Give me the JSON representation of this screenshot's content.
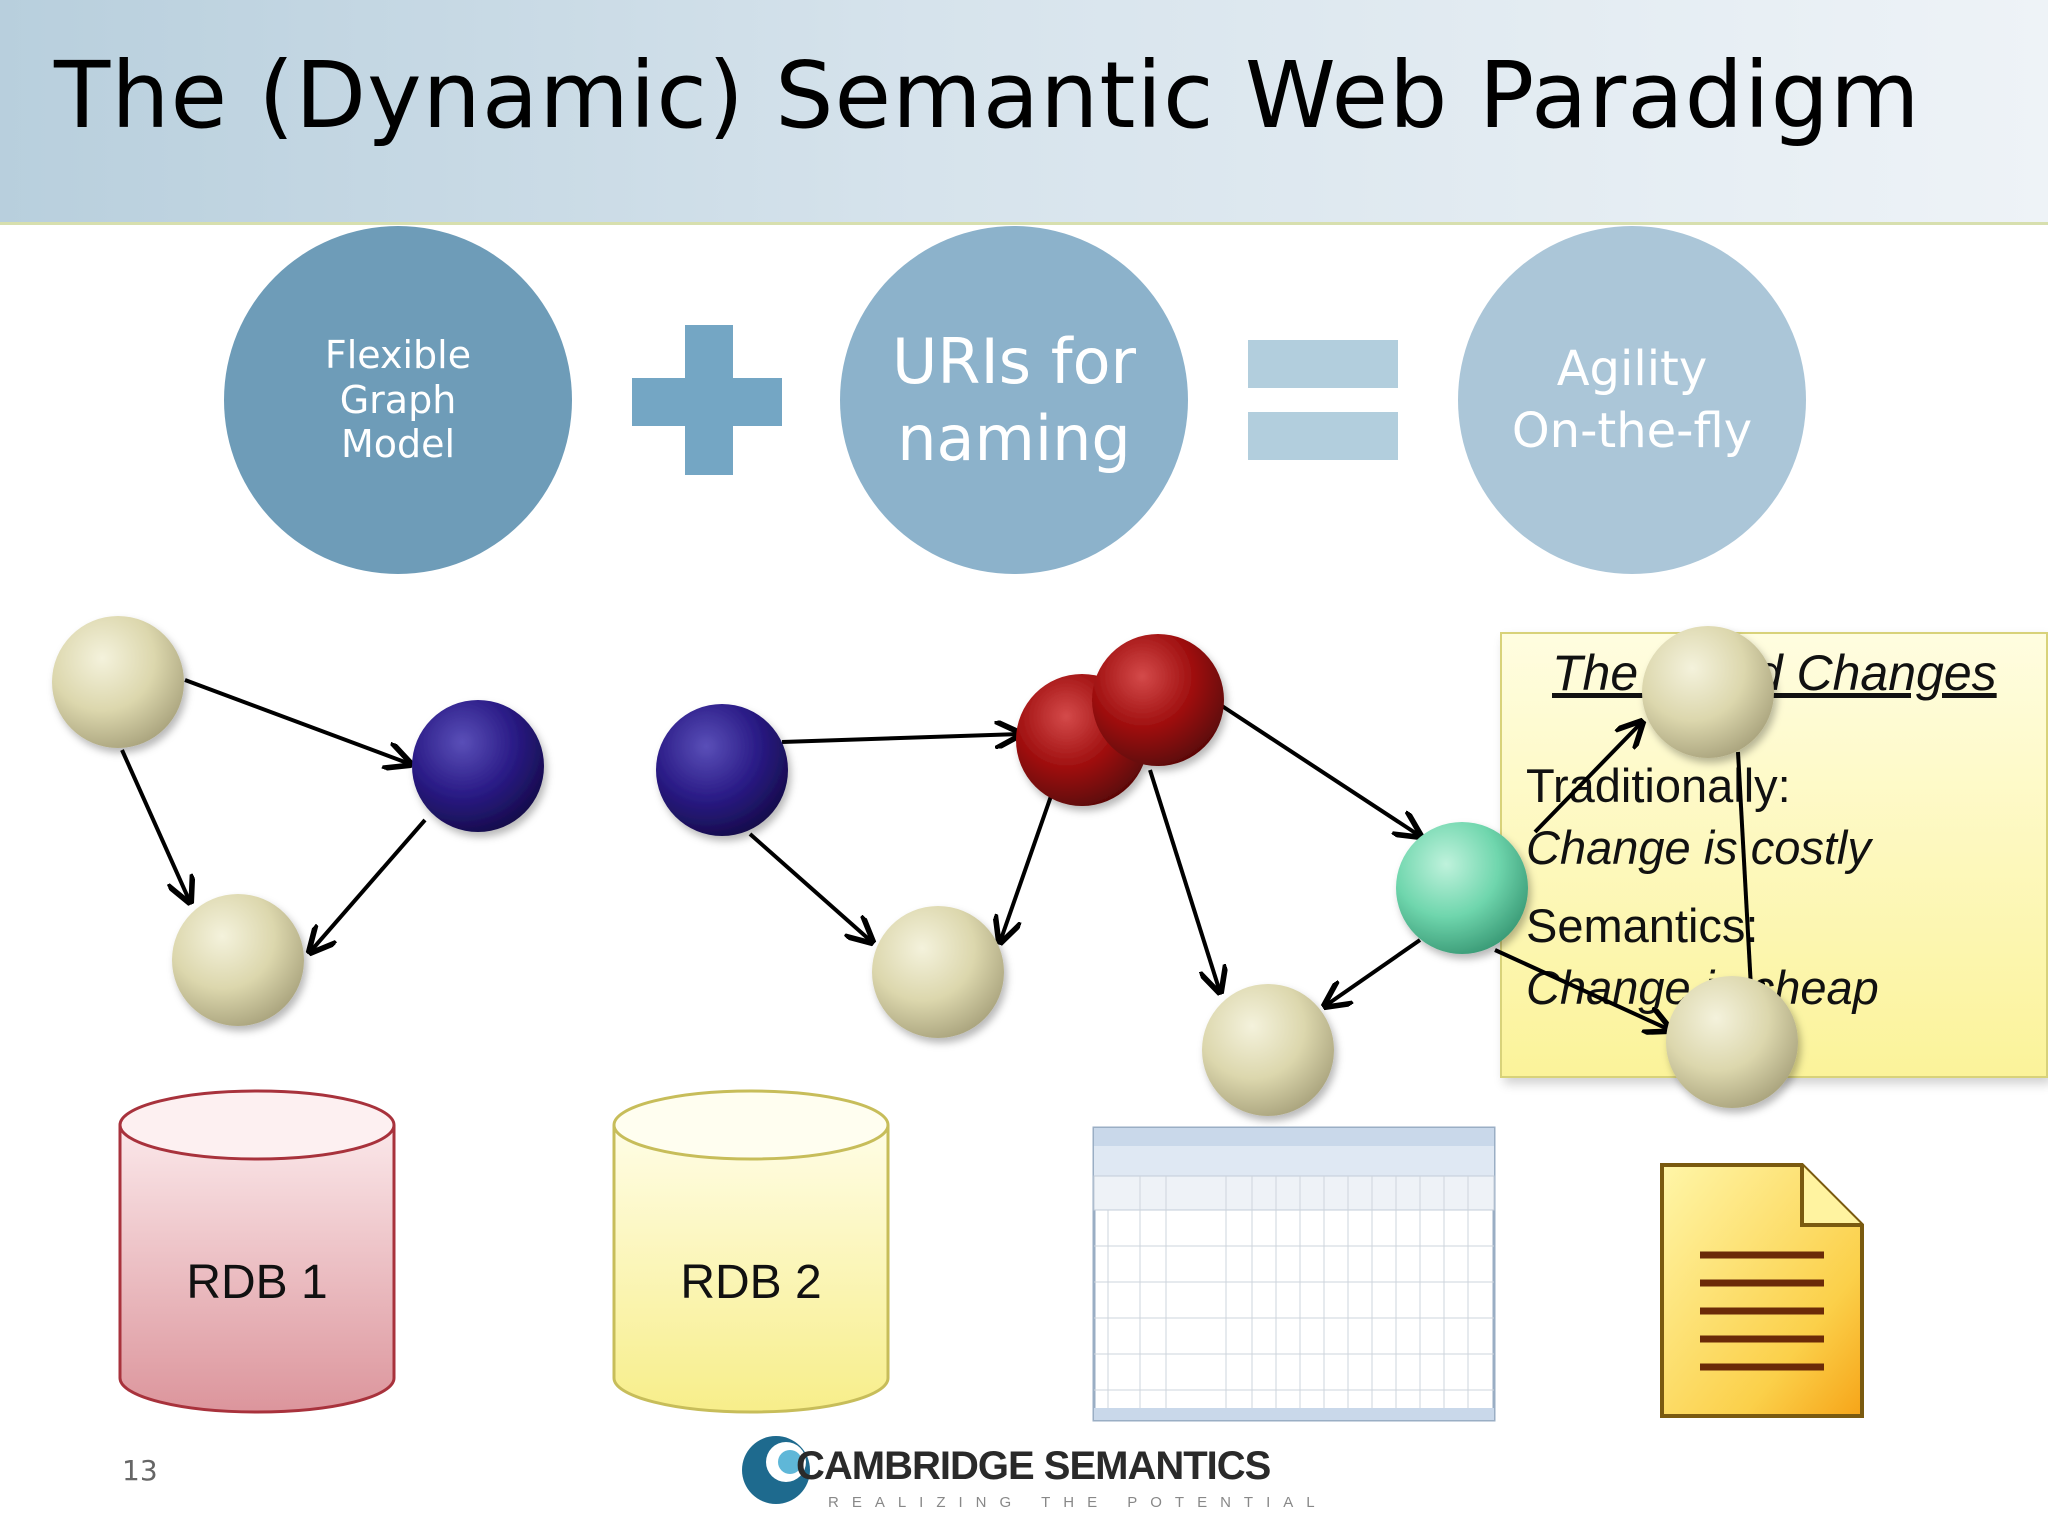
{
  "slide": {
    "title": "The (Dynamic) Semantic Web Paradigm",
    "page_number": "13"
  },
  "equation": {
    "term1": [
      "Flexible",
      "Graph",
      "Model"
    ],
    "term2": [
      "URIs for",
      "naming"
    ],
    "result": [
      "Agility",
      "On-the-fly"
    ],
    "colors": {
      "term1": "#6e9cb8",
      "term2": "#8cb2cb",
      "result": "#abc6d8",
      "operator": "#74a6c4",
      "equals": "#b2cedd"
    }
  },
  "sources": {
    "rdb1_label": "RDB 1",
    "rdb2_label": "RDB 2",
    "rdb1_color": "#f0c8cc",
    "rdb2_color": "#fcf7b0",
    "spreadsheet_icon": "spreadsheet-icon",
    "document_icon": "document-icon"
  },
  "note": {
    "title": "The World Changes",
    "line1": "Traditionally:",
    "line2": "Change is costly",
    "line3": "Semantics:",
    "line4": "Change is cheap"
  },
  "node_colors": {
    "beige": "#d9d4a8",
    "navy": "#26187a",
    "red": "#9a0c0c",
    "teal": "#6fd6ad"
  },
  "logo": {
    "name": "CAMBRIDGE SEMANTICS",
    "tagline": "REALIZING THE POTENTIAL"
  }
}
